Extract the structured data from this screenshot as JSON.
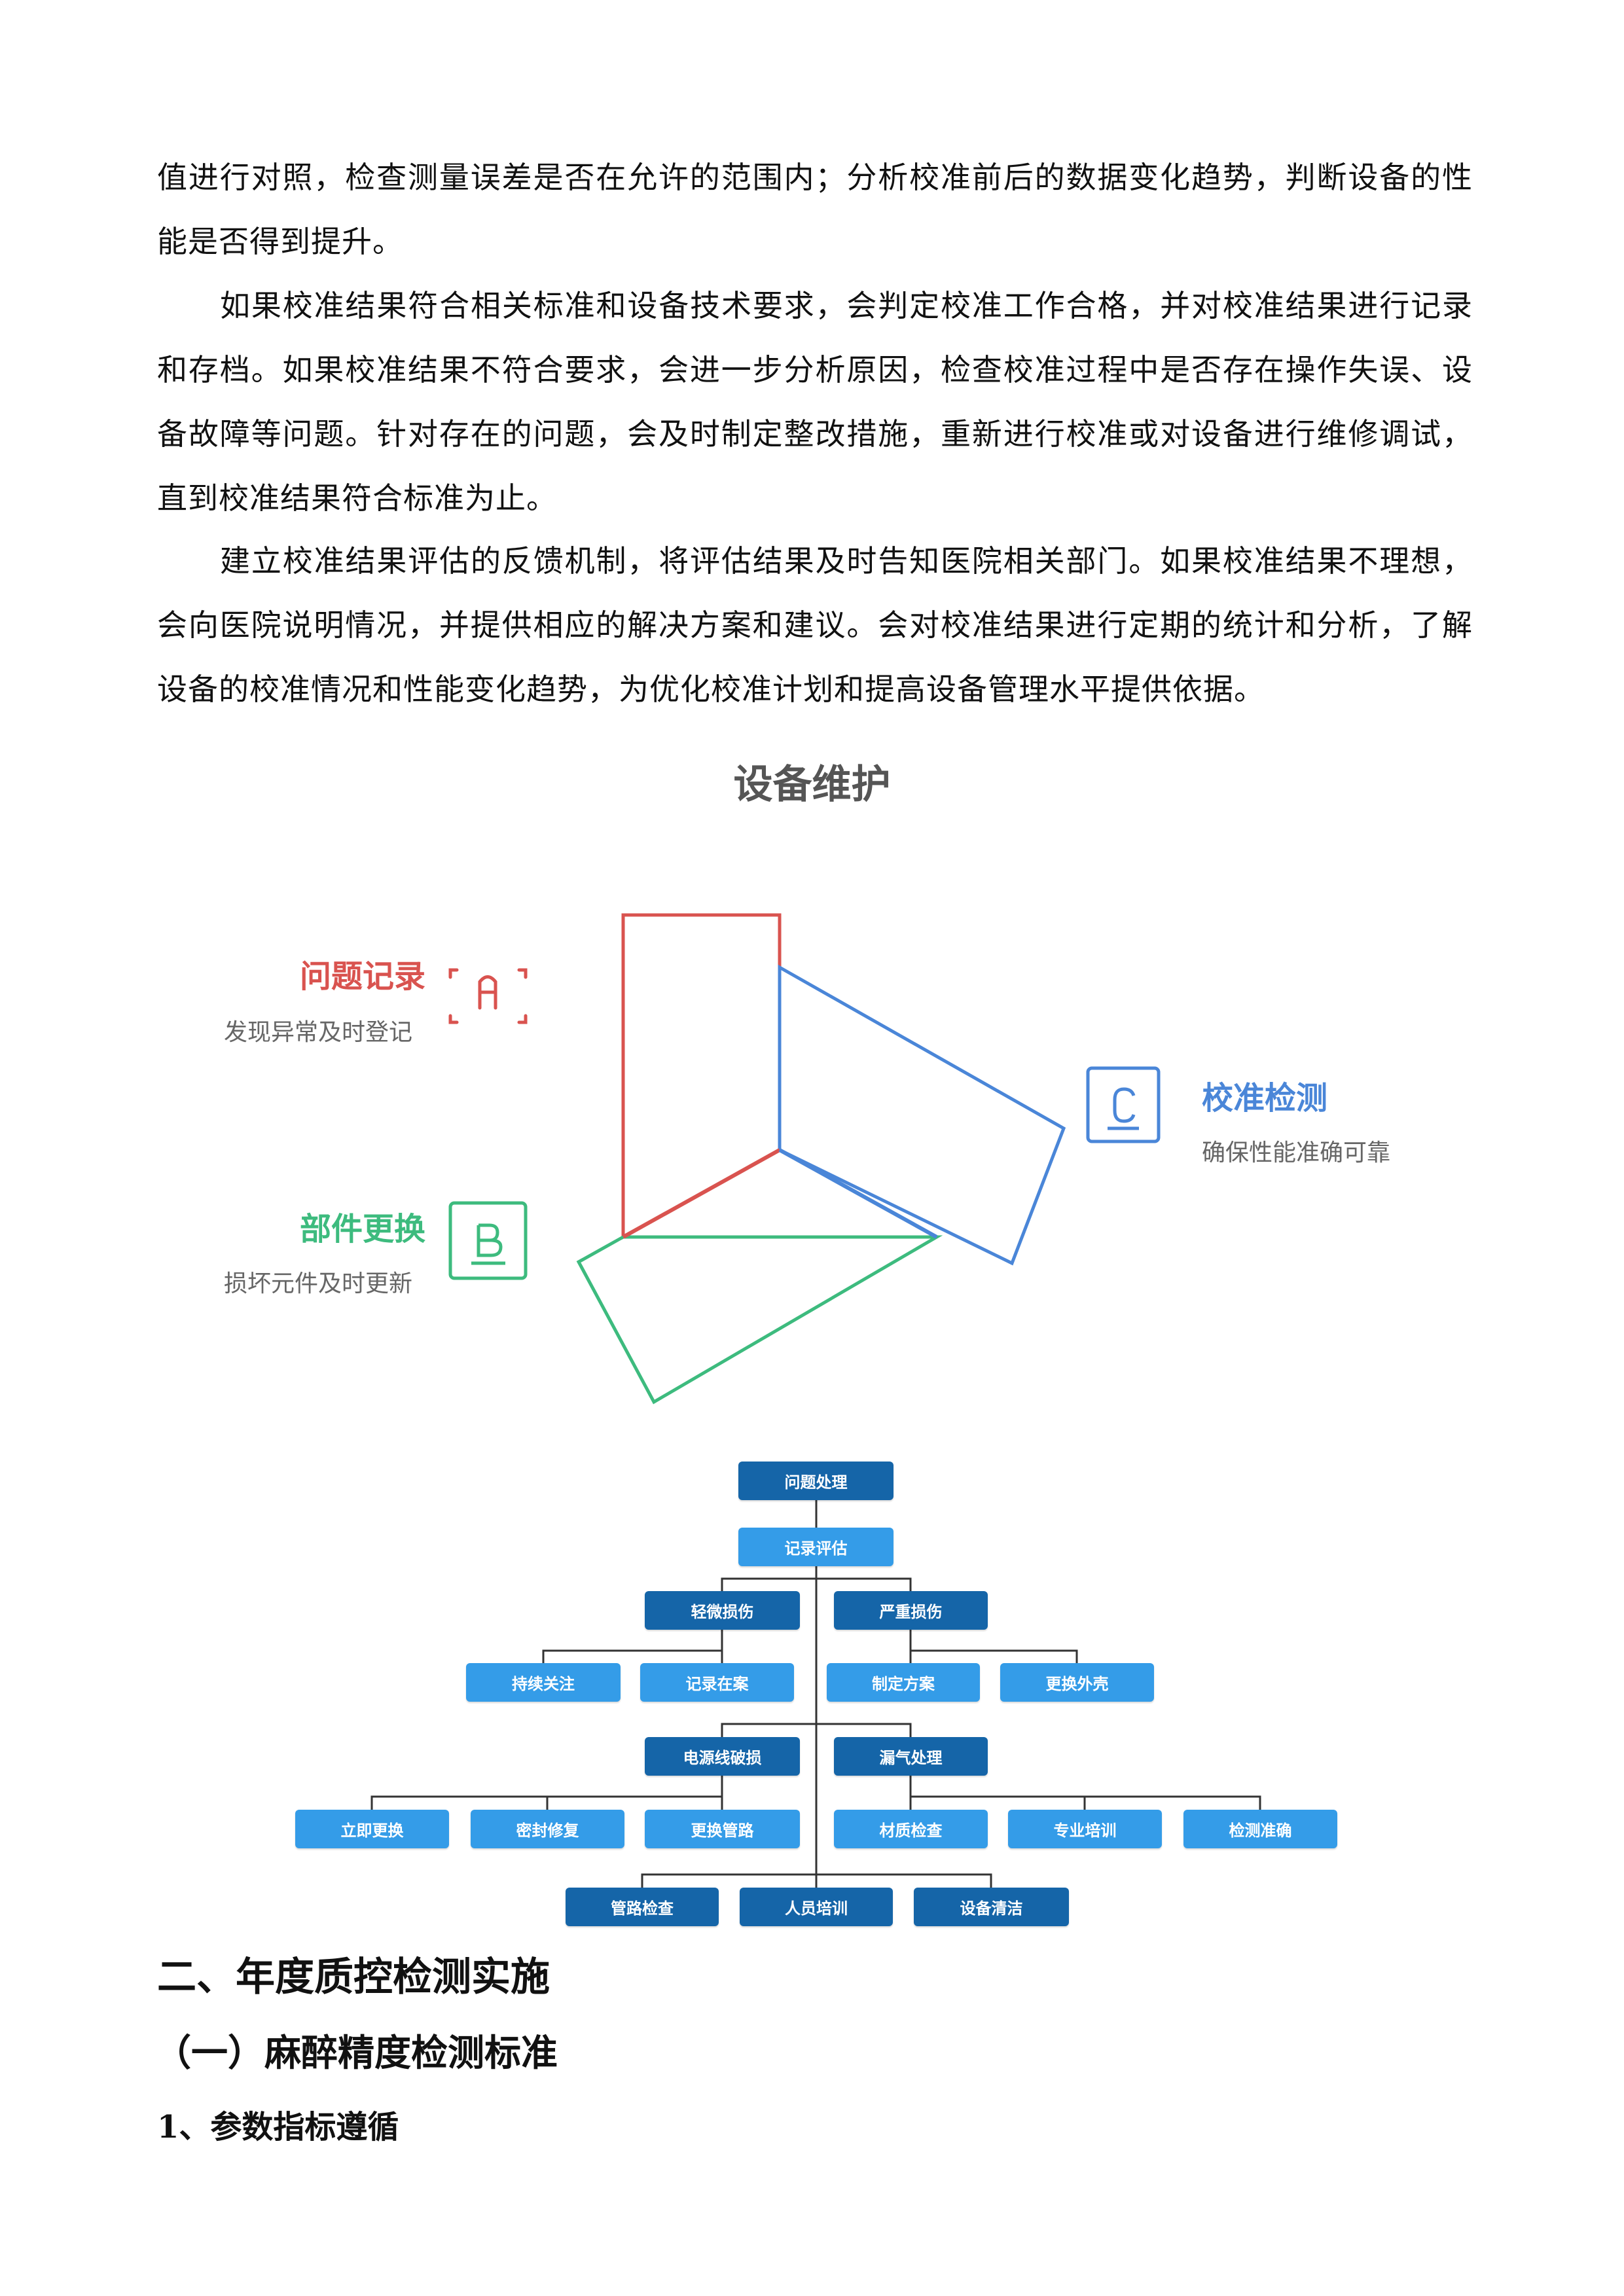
{
  "paragraphs": [
    "值进行对照，检查测量误差是否在允许的范围内；分析校准前后的数据变化趋势，判断设备的性能是否得到提升。",
    "如果校准结果符合相关标准和设备技术要求，会判定校准工作合格，并对校准结果进行记录和存档。如果校准结果不符合要求，会进一步分析原因，检查校准过程中是否存在操作失误、设备故障等问题。针对存在的问题，会及时制定整改措施，重新进行校准或对设备进行维修调试，直到校准结果符合标准为止。",
    "建立校准结果评估的反馈机制，将评估结果及时告知医院相关部门。如果校准结果不理想，会向医院说明情况，并提供相应的解决方案和建议。会对校准结果进行定期的统计和分析，了解设备的校准情况和性能变化趋势，为优化校准计划和提高设备管理水平提供依据。"
  ],
  "maintenance_diagram": {
    "title": "设备维护",
    "colors": {
      "a": "#d9534f",
      "b": "#3dbb7e",
      "c": "#4a86d8"
    },
    "items": [
      {
        "letter": "A",
        "title": "问题记录",
        "desc": "发现异常及时登记"
      },
      {
        "letter": "B",
        "title": "部件更换",
        "desc": "损坏元件及时更新"
      },
      {
        "letter": "C",
        "title": "校准检测",
        "desc": "确保性能准确可靠"
      }
    ]
  },
  "org_chart": {
    "colors": {
      "dark": "#1565a8",
      "light": "#349ce8",
      "line": "#333333"
    },
    "root": "问题处理",
    "level1": "记录评估",
    "group1": {
      "left": {
        "label": "轻微损伤",
        "children": [
          "持续关注",
          "记录在案"
        ]
      },
      "right": {
        "label": "严重损伤",
        "children": [
          "制定方案",
          "更换外壳"
        ]
      }
    },
    "group2": {
      "left": {
        "label": "电源线破损",
        "children": [
          "立即更换",
          "密封修复",
          "更换管路"
        ]
      },
      "right": {
        "label": "漏气处理",
        "children": [
          "材质检查",
          "专业培训",
          "检测准确"
        ]
      }
    },
    "bottom": [
      "管路检查",
      "人员培训",
      "设备清洁"
    ]
  },
  "headings": {
    "section": "二、年度质控检测实施",
    "subsection": "（一）麻醉精度检测标准",
    "item": "1、参数指标遵循"
  }
}
